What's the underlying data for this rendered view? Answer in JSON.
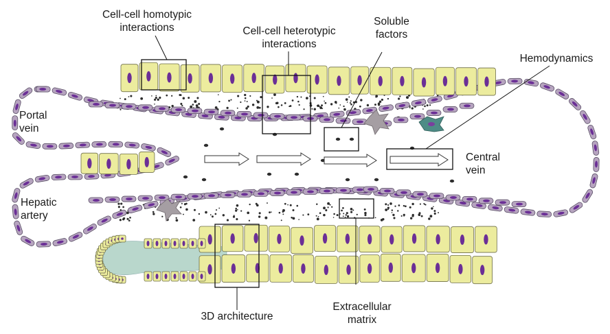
{
  "labels": {
    "homotypic": "Cell-cell homotypic\ninteractions",
    "heterotypic": "Cell-cell heterotypic\ninteractions",
    "soluble": "Soluble\nfactors",
    "hemodynamics": "Hemodynamics",
    "portal_vein": "Portal\nvein",
    "hepatic_artery": "Hepatic\nartery",
    "central_vein": "Central\nvein",
    "architecture": "3D architecture",
    "ecm": "Extracellular\nmatrix"
  },
  "colors": {
    "hepatocyte": "#ecec9e",
    "nucleus": "#6b2f96",
    "endothelium": "#b6a4bf",
    "stellate": "#a59ea3",
    "kupffer": "#4e8c86",
    "bile_duct": "#b9d7cc"
  }
}
